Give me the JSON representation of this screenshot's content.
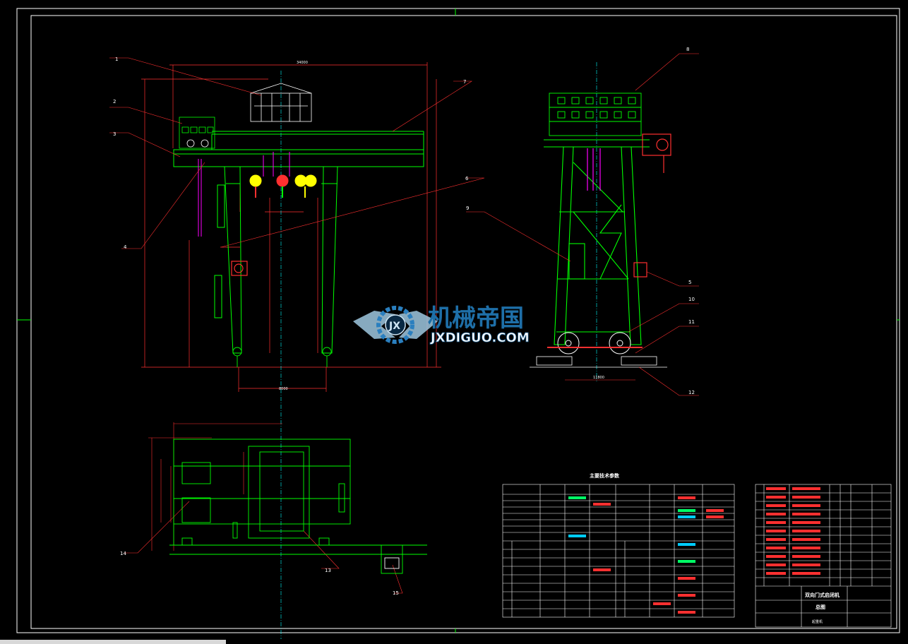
{
  "drawing": {
    "part_labels": [
      "1",
      "2",
      "3",
      "4",
      "5",
      "6",
      "7",
      "8",
      "9",
      "10",
      "11",
      "12",
      "13",
      "14",
      "15"
    ],
    "title_block": {
      "drawing_name": "双向门式启闭机",
      "sheet_name": "总图",
      "designer": "起重机"
    },
    "param_table_title": "主要技术参数"
  },
  "watermark": {
    "cn": "机械帝国",
    "en": "JXDIGUO.COM"
  },
  "colors": {
    "frame": "#ffffff",
    "structure": "#00ff00",
    "dimension": "#ff0000",
    "hoist": "#ffff00",
    "wheel": "#ff3030",
    "centerline": "#00ffff",
    "magenta": "#ff00ff",
    "watermark": "#1e6fa8"
  }
}
